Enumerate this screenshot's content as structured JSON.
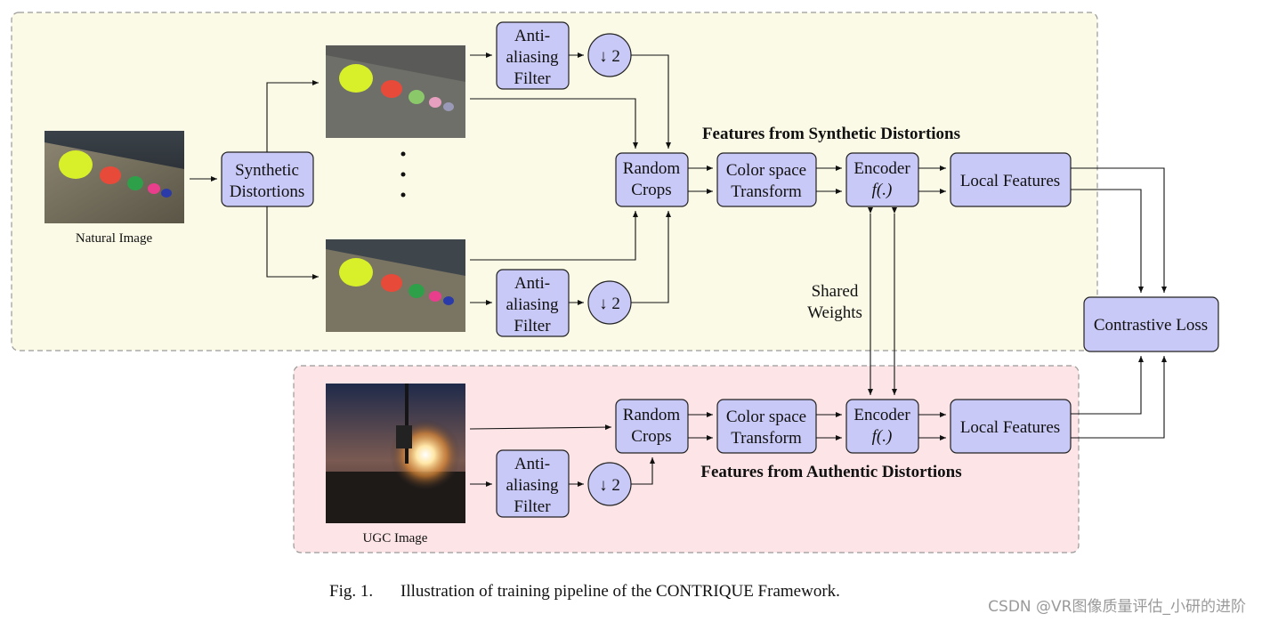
{
  "regions": {
    "synthetic_title": "Features from Synthetic Distortions",
    "authentic_title": "Features from Authentic Distortions",
    "synthetic_bg": "#fbfae6",
    "authentic_bg": "#fde4e6"
  },
  "images": {
    "natural": "Natural Image",
    "ugc": "UGC Image"
  },
  "nodes": {
    "synthetic_distortions": [
      "Synthetic",
      "Distortions"
    ],
    "anti_aliasing": [
      "Anti-",
      "aliasing",
      "Filter"
    ],
    "downsample": "↓ 2",
    "random_crops": [
      "Random",
      "Crops"
    ],
    "color_space": [
      "Color space",
      "Transform"
    ],
    "encoder": [
      "Encoder",
      "f(.)"
    ],
    "local_features": "Local Features",
    "contrastive_loss": "Contrastive Loss",
    "shared_weights": [
      "Shared",
      "Weights"
    ],
    "ellipsis": "⋮"
  },
  "caption": {
    "label": "Fig. 1.",
    "text": "Illustration of training pipeline of the CONTRIQUE Framework."
  },
  "watermark": "CSDN @VR图像质量评估_小研的进阶",
  "colors": {
    "box_fill": "#c9c9f7",
    "box_stroke": "#222222"
  }
}
